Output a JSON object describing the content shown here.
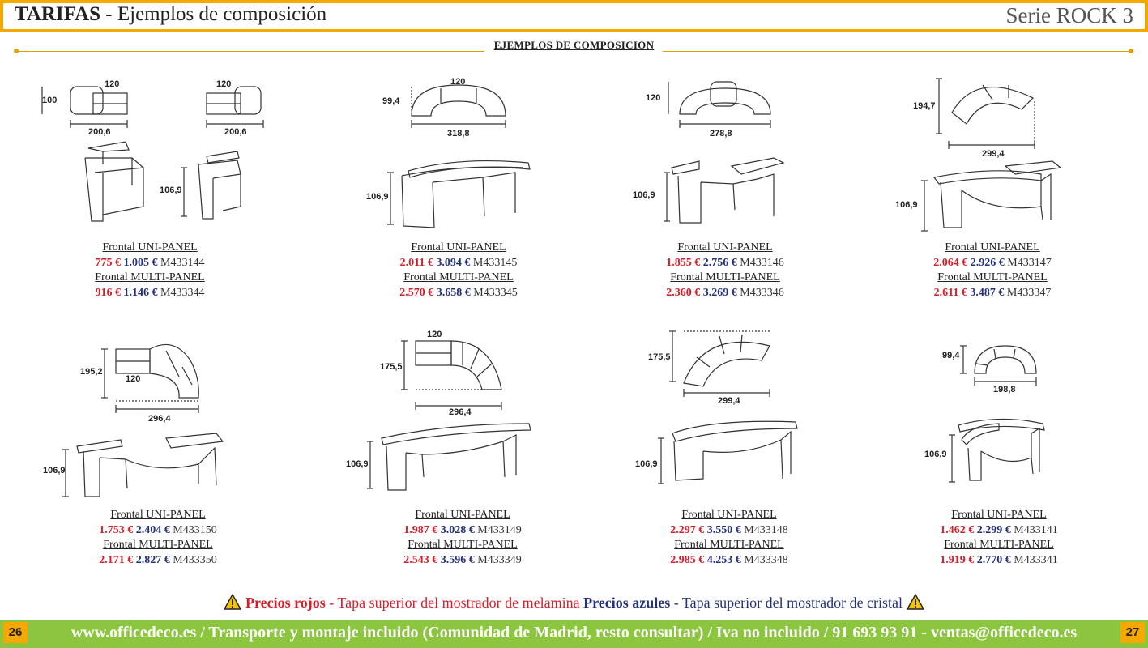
{
  "header": {
    "title_bold": "TARIFAS",
    "title_rest": " - Ejemplos de composición",
    "series": "Serie ROCK 3"
  },
  "section_title": "EJEMPLOS DE COMPOSICIÓN",
  "items": [
    {
      "dims": [
        "120",
        "100",
        "200,6",
        "120",
        "200,6"
      ],
      "height": "106,9",
      "label1": "Frontal UNI-PANEL",
      "p1_red": "775 €",
      "p1_blue": "1.005 €",
      "code1": "M433144",
      "label2": "Frontal MULTI-PANEL",
      "p2_red": "916 €",
      "p2_blue": "1.146 €",
      "code2": "M433344"
    },
    {
      "dims": [
        "120",
        "99,4",
        "318,8"
      ],
      "height": "106,9",
      "label1": "Frontal UNI-PANEL",
      "p1_red": "2.011 €",
      "p1_blue": "3.094 €",
      "code1": "M433145",
      "label2": "Frontal MULTI-PANEL",
      "p2_red": "2.570 €",
      "p2_blue": "3.658 €",
      "code2": "M433345"
    },
    {
      "dims": [
        "120",
        "278,8"
      ],
      "height": "106,9",
      "label1": "Frontal UNI-PANEL",
      "p1_red": "1.855 €",
      "p1_blue": "2.756 €",
      "code1": "M433146",
      "label2": "Frontal MULTI-PANEL",
      "p2_red": "2.360 €",
      "p2_blue": "3.269 €",
      "code2": "M433346"
    },
    {
      "dims": [
        "194,7",
        "299,4"
      ],
      "height": "106,9",
      "label1": "Frontal UNI-PANEL",
      "p1_red": "2.064 €",
      "p1_blue": "2.926 €",
      "code1": "M433147",
      "label2": "Frontal MULTI-PANEL",
      "p2_red": "2.611 €",
      "p2_blue": "3.487 €",
      "code2": "M433347"
    },
    {
      "dims": [
        "195,2",
        "120",
        "296,4"
      ],
      "height": "106,9",
      "label1": "Frontal UNI-PANEL",
      "p1_red": "1.753 €",
      "p1_blue": "2.404 €",
      "code1": "M433150",
      "label2": "Frontal MULTI-PANEL",
      "p2_red": "2.171 €",
      "p2_blue": "2.827 €",
      "code2": "M433350"
    },
    {
      "dims": [
        "120",
        "175,5",
        "296,4"
      ],
      "height": "106,9",
      "label1": "Frontal UNI-PANEL",
      "p1_red": "1.987 €",
      "p1_blue": "3.028 €",
      "code1": "M433149",
      "label2": "Frontal MULTI-PANEL",
      "p2_red": "2.543 €",
      "p2_blue": "3.596 €",
      "code2": "M433349"
    },
    {
      "dims": [
        "175,5",
        "299,4"
      ],
      "height": "106,9",
      "label1": "Frontal UNI-PANEL",
      "p1_red": "2.297 €",
      "p1_blue": "3.550 €",
      "code1": "M433148",
      "label2": "Frontal MULTI-PANEL",
      "p2_red": "2.985 €",
      "p2_blue": "4.253 €",
      "code2": "M433348"
    },
    {
      "dims": [
        "99,4",
        "198,8"
      ],
      "height": "106,9",
      "label1": "Frontal UNI-PANEL",
      "p1_red": "1.462 €",
      "p1_blue": "2.299 €",
      "code1": "M433141",
      "label2": "Frontal MULTI-PANEL",
      "p2_red": "1.919 €",
      "p2_blue": "2.770 €",
      "code2": "M433341"
    }
  ],
  "notice": {
    "red_label": "Precios rojos",
    "red_text": " - Tapa superior del mostrador de melamina ",
    "blue_label": "Precios azules",
    "blue_text": " - Tapa superior del mostrador de cristal"
  },
  "footer": {
    "text": "www.officedeco.es / Transporte y montaje incluido (Comunidad de Madrid, resto consultar) / Iva no incluido / 91 693 93 91 - ventas@officedeco.es",
    "page_left": "26",
    "page_right": "27"
  },
  "colors": {
    "orange": "#f5a800",
    "green": "#8cc63e",
    "red": "#d5202a",
    "blue": "#24307a"
  }
}
